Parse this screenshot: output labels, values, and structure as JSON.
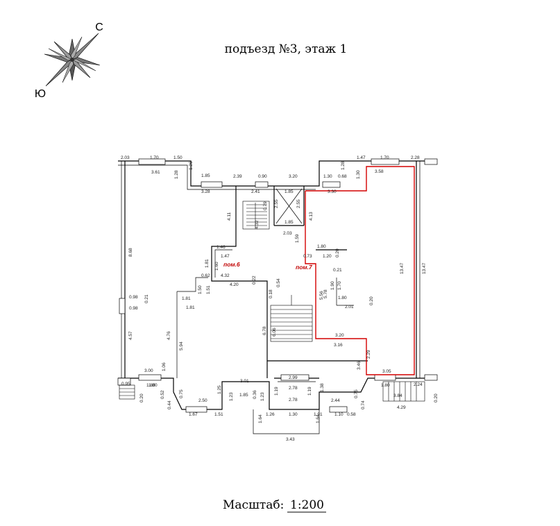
{
  "header": {
    "title": "подъезд №3, этаж 1"
  },
  "compass": {
    "north_label": "С",
    "south_label": "Ю"
  },
  "rooms": {
    "room6": "пом.6",
    "room7": "пом.7"
  },
  "scale": {
    "label": "Масштаб:",
    "value": "1:200"
  },
  "dimensions": [
    "2.03",
    "1.70",
    "1.50",
    "3.61",
    "1.26",
    "1.85",
    "1.28",
    "3.28",
    "2.39",
    "0.90",
    "3.20",
    "2.41",
    "1.47",
    "1.70",
    "2.28",
    "1.28",
    "3.58",
    "1.30",
    "0.68",
    "1.30",
    "3.30",
    "1.85",
    "2.55",
    "2.55",
    "1.85",
    "4.13",
    "2.03",
    "4.11",
    "4.32",
    "0.79",
    "1.59",
    "1.80",
    "0.20",
    "1.46",
    "1.47",
    "0.73",
    "1.20",
    "0.21",
    "1.81",
    "1.60",
    "0.62",
    "4.32",
    "4.20",
    "0.22",
    "0.54",
    "0.18",
    "5.56",
    "5.78",
    "1.90",
    "1.70",
    "1.81",
    "1.50",
    "1.51",
    "1.80",
    "2.01",
    "0.20",
    "13.47",
    "13.47",
    "8.68",
    "0.98",
    "0.21",
    "0.98",
    "1.81",
    "4.76",
    "4.57",
    "5.94",
    "6.78",
    "6.06",
    "3.20",
    "3.16",
    "2.29",
    "3.46",
    "3.00",
    "3.05",
    "1.80",
    "2.24",
    "1.80",
    "3.84",
    "4.29",
    "0.20",
    "0.20",
    "3.01",
    "2.99",
    "2.78",
    "1.19",
    "1.38",
    "1.06",
    "0.75",
    "2.50",
    "1.25",
    "1.85",
    "0.36",
    "1.23",
    "1.19",
    "2.44",
    "0.75",
    "0.52",
    "0.44",
    "1.67",
    "1.51",
    "1.23",
    "1.64",
    "1.26",
    "1.30",
    "1.91",
    "1.10",
    "0.58",
    "0.74",
    "1.64",
    "3.43",
    "2.78",
    "0.95",
    "1.80"
  ],
  "colors": {
    "highlight": "#d40000",
    "room_label": "#c00000",
    "line": "#000000"
  }
}
